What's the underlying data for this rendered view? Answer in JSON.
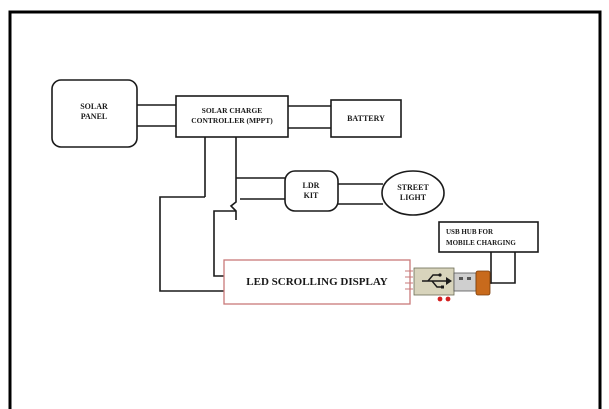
{
  "blocks": {
    "solar_panel": [
      "SOLAR",
      "PANEL"
    ],
    "charge_controller": [
      "SOLAR CHARGE",
      "CONTROLLER (MPPT)"
    ],
    "battery": [
      "BATTERY"
    ],
    "ldr_kit": [
      "LDR",
      "KIT"
    ],
    "street_light": [
      "STREET",
      "LIGHT"
    ],
    "usb_hub": [
      "USB HUB FOR",
      "MOBILE CHARGING"
    ],
    "led_display": [
      "LED SCROLLING DISPLAY"
    ]
  },
  "colors": {
    "frame": "#000000",
    "wire": "#1a1a1a",
    "led_border": "#c97a7a",
    "usb_board": "#d8d4bc",
    "usb_port": "#cfcfcf",
    "usb_connector": "#c86a1c",
    "usb_leds": "#d42020"
  }
}
